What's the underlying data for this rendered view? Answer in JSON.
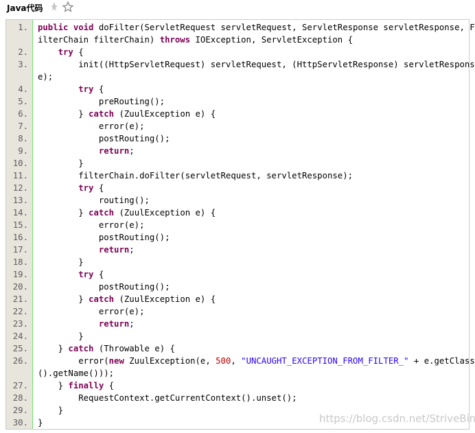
{
  "header": {
    "title": "Java代码",
    "pin_icon": "pin-icon",
    "star_icon": "star-icon"
  },
  "code_lines": [
    {
      "n": "1.",
      "tokens": [
        {
          "t": "public void ",
          "c": "kw"
        },
        {
          "t": "doFilter(ServletRequest servletRequest, ServletResponse servletResponse, F"
        }
      ]
    },
    {
      "n": "",
      "tokens": [
        {
          "t": "ilterChain filterChain) "
        },
        {
          "t": "throws",
          "c": "kw"
        },
        {
          "t": " IOException, ServletException {"
        }
      ]
    },
    {
      "n": "2.",
      "tokens": [
        {
          "t": "    "
        },
        {
          "t": "try",
          "c": "kw"
        },
        {
          "t": " {"
        }
      ]
    },
    {
      "n": "3.",
      "tokens": [
        {
          "t": "        init((HttpServletRequest) servletRequest, (HttpServletResponse) servletRespons"
        }
      ]
    },
    {
      "n": "",
      "tokens": [
        {
          "t": "e);"
        }
      ]
    },
    {
      "n": "4.",
      "tokens": [
        {
          "t": "        "
        },
        {
          "t": "try",
          "c": "kw"
        },
        {
          "t": " {"
        }
      ]
    },
    {
      "n": "5.",
      "tokens": [
        {
          "t": "            preRouting();"
        }
      ]
    },
    {
      "n": "6.",
      "tokens": [
        {
          "t": "        } "
        },
        {
          "t": "catch",
          "c": "kw"
        },
        {
          "t": " (ZuulException e) {"
        }
      ]
    },
    {
      "n": "7.",
      "tokens": [
        {
          "t": "            error(e);"
        }
      ]
    },
    {
      "n": "8.",
      "tokens": [
        {
          "t": "            postRouting();"
        }
      ]
    },
    {
      "n": "9.",
      "tokens": [
        {
          "t": "            "
        },
        {
          "t": "return",
          "c": "kw"
        },
        {
          "t": ";"
        }
      ]
    },
    {
      "n": "10.",
      "tokens": [
        {
          "t": "        }"
        }
      ]
    },
    {
      "n": "11.",
      "tokens": [
        {
          "t": "        filterChain.doFilter(servletRequest, servletResponse);"
        }
      ]
    },
    {
      "n": "12.",
      "tokens": [
        {
          "t": "        "
        },
        {
          "t": "try",
          "c": "kw"
        },
        {
          "t": " {"
        }
      ]
    },
    {
      "n": "13.",
      "tokens": [
        {
          "t": "            routing();"
        }
      ]
    },
    {
      "n": "14.",
      "tokens": [
        {
          "t": "        } "
        },
        {
          "t": "catch",
          "c": "kw"
        },
        {
          "t": " (ZuulException e) {"
        }
      ]
    },
    {
      "n": "15.",
      "tokens": [
        {
          "t": "            error(e);"
        }
      ]
    },
    {
      "n": "16.",
      "tokens": [
        {
          "t": "            postRouting();"
        }
      ]
    },
    {
      "n": "17.",
      "tokens": [
        {
          "t": "            "
        },
        {
          "t": "return",
          "c": "kw"
        },
        {
          "t": ";"
        }
      ]
    },
    {
      "n": "18.",
      "tokens": [
        {
          "t": "        }"
        }
      ]
    },
    {
      "n": "19.",
      "tokens": [
        {
          "t": "        "
        },
        {
          "t": "try",
          "c": "kw"
        },
        {
          "t": " {"
        }
      ]
    },
    {
      "n": "20.",
      "tokens": [
        {
          "t": "            postRouting();"
        }
      ]
    },
    {
      "n": "21.",
      "tokens": [
        {
          "t": "        } "
        },
        {
          "t": "catch",
          "c": "kw"
        },
        {
          "t": " (ZuulException e) {"
        }
      ]
    },
    {
      "n": "22.",
      "tokens": [
        {
          "t": "            error(e);"
        }
      ]
    },
    {
      "n": "23.",
      "tokens": [
        {
          "t": "            "
        },
        {
          "t": "return",
          "c": "kw"
        },
        {
          "t": ";"
        }
      ]
    },
    {
      "n": "24.",
      "tokens": [
        {
          "t": "        }"
        }
      ]
    },
    {
      "n": "25.",
      "tokens": [
        {
          "t": "    } "
        },
        {
          "t": "catch",
          "c": "kw"
        },
        {
          "t": " (Throwable e) {"
        }
      ]
    },
    {
      "n": "26.",
      "tokens": [
        {
          "t": "        error("
        },
        {
          "t": "new",
          "c": "kw"
        },
        {
          "t": " ZuulException(e, "
        },
        {
          "t": "500",
          "c": "num"
        },
        {
          "t": ", "
        },
        {
          "t": "\"UNCAUGHT_EXCEPTION_FROM_FILTER_\"",
          "c": "str"
        },
        {
          "t": " + e.getClass"
        }
      ]
    },
    {
      "n": "",
      "tokens": [
        {
          "t": "().getName()));"
        }
      ]
    },
    {
      "n": "27.",
      "tokens": [
        {
          "t": "    } "
        },
        {
          "t": "finally",
          "c": "kw"
        },
        {
          "t": " {"
        }
      ]
    },
    {
      "n": "28.",
      "tokens": [
        {
          "t": "        RequestContext.getCurrentContext().unset();"
        }
      ]
    },
    {
      "n": "29.",
      "tokens": [
        {
          "t": "    }"
        }
      ]
    },
    {
      "n": "30.",
      "tokens": [
        {
          "t": "}"
        }
      ]
    }
  ],
  "watermark": "https://blog.csdn.net/StriveBing"
}
